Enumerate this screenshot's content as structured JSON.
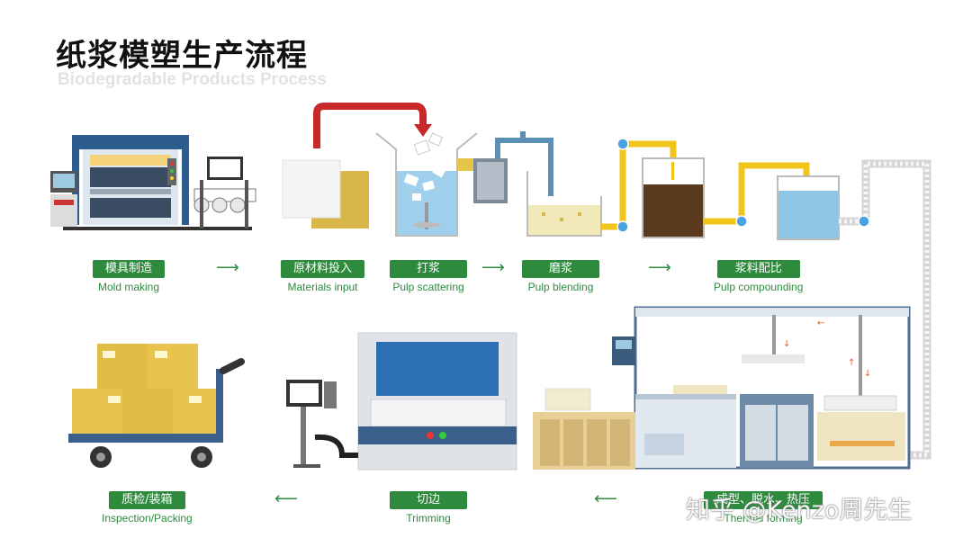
{
  "title": "纸浆模塑生产流程",
  "subtitle": "Biodegradable Products Process",
  "colors": {
    "accent_green": "#2e8b3e",
    "pipe_red": "#c8282a",
    "pipe_yellow": "#f0c419",
    "pipe_blue": "#5b8fb5",
    "pulp_dark": "#5b3b1e",
    "water_blue": "#8ec5e4"
  },
  "steps": [
    {
      "cn": "模具制造",
      "en": "Mold making"
    },
    {
      "cn": "原材料投入",
      "en": "Materials input"
    },
    {
      "cn": "打浆",
      "en": "Pulp scattering"
    },
    {
      "cn": "磨浆",
      "en": "Pulp blending"
    },
    {
      "cn": "浆料配比",
      "en": "Pulp compounding"
    },
    {
      "cn": "质检/装箱",
      "en": "Inspection/Packing"
    },
    {
      "cn": "切边",
      "en": "Trimming"
    },
    {
      "cn": "成型、脱水、热压",
      "en": "Thermal forming"
    }
  ],
  "arrows": {
    "forward": "⟶",
    "backward": "⟵"
  },
  "watermark": "知乎 @Kenzo周先生"
}
